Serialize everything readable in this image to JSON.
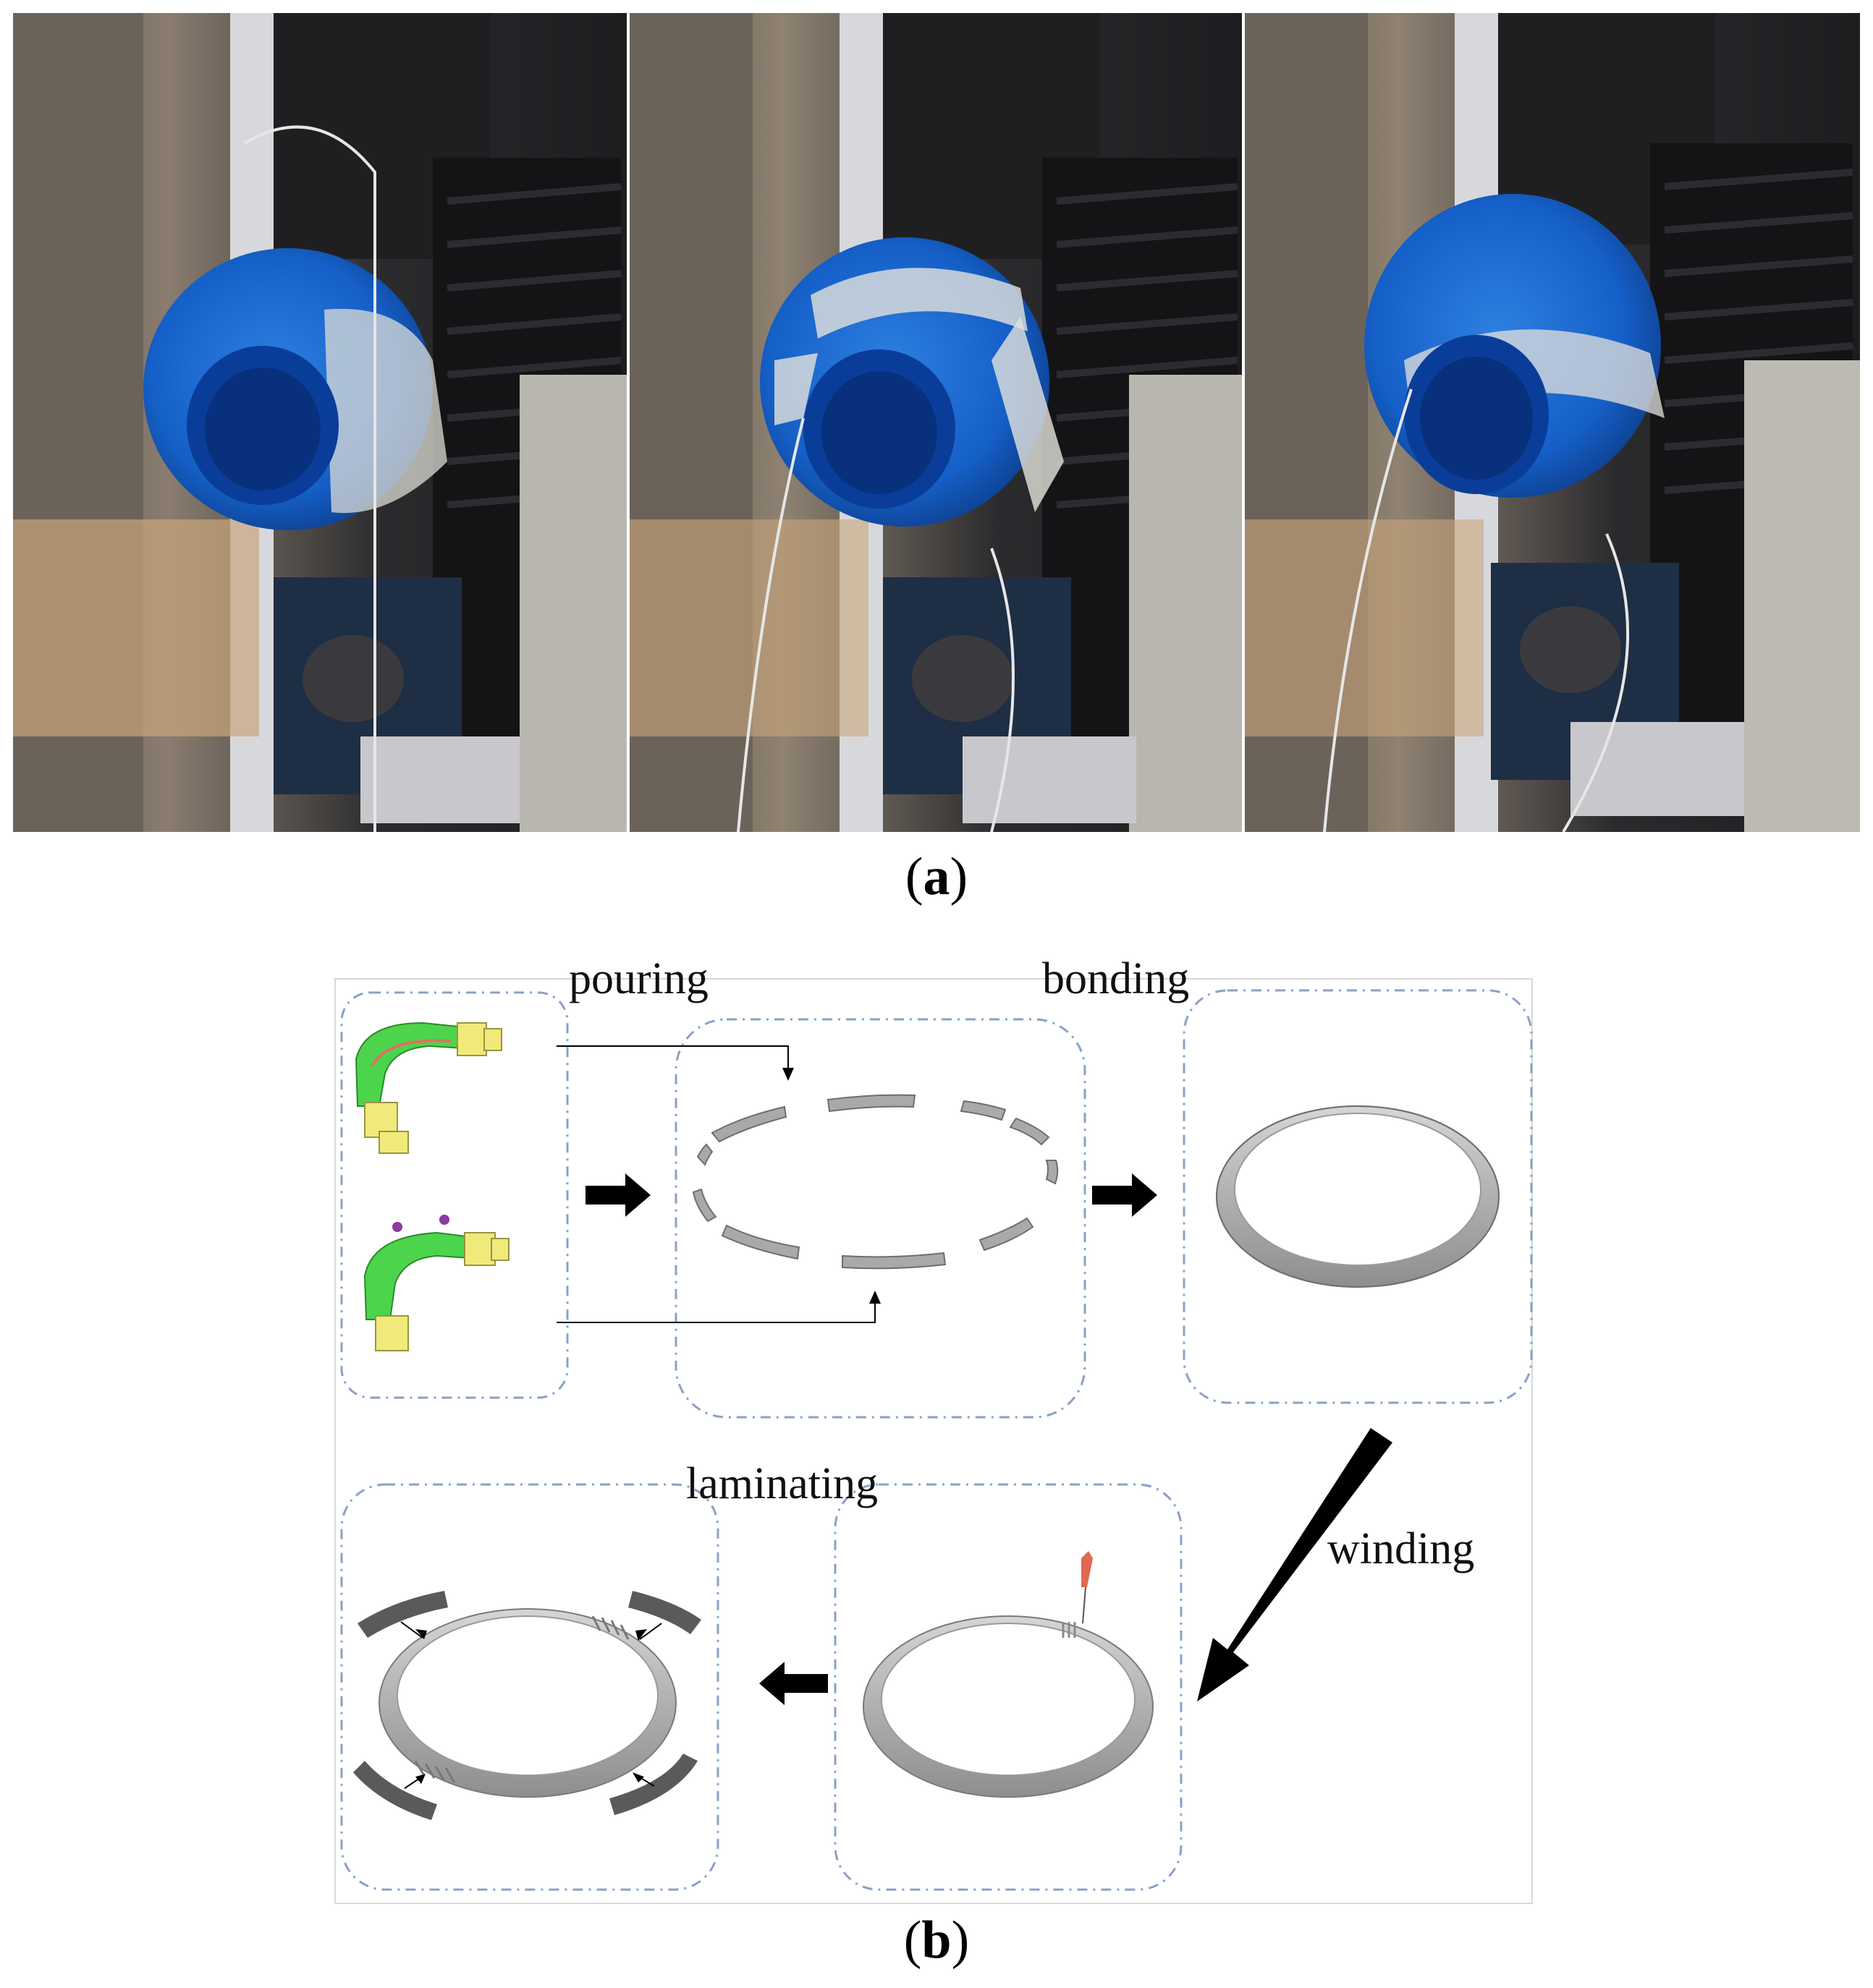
{
  "figure": {
    "caption_a": "a",
    "caption_b": "b"
  },
  "photos": [
    {
      "name": "test-photo-1",
      "description_icon": "tensile-test-photo"
    },
    {
      "name": "test-photo-2",
      "description_icon": "tensile-test-photo"
    },
    {
      "name": "test-photo-3",
      "description_icon": "tensile-test-photo"
    }
  ],
  "process": {
    "steps": {
      "pouring": "pouring",
      "bonding": "bonding",
      "winding": "winding",
      "laminating": "laminating"
    },
    "colors": {
      "mold_green": "#4cd44c",
      "mold_yellow": "#f0ea7a",
      "ring_gray": "#a9a9a9",
      "frame_blue": "#8aa0c8",
      "arrow_black": "#000000"
    }
  }
}
